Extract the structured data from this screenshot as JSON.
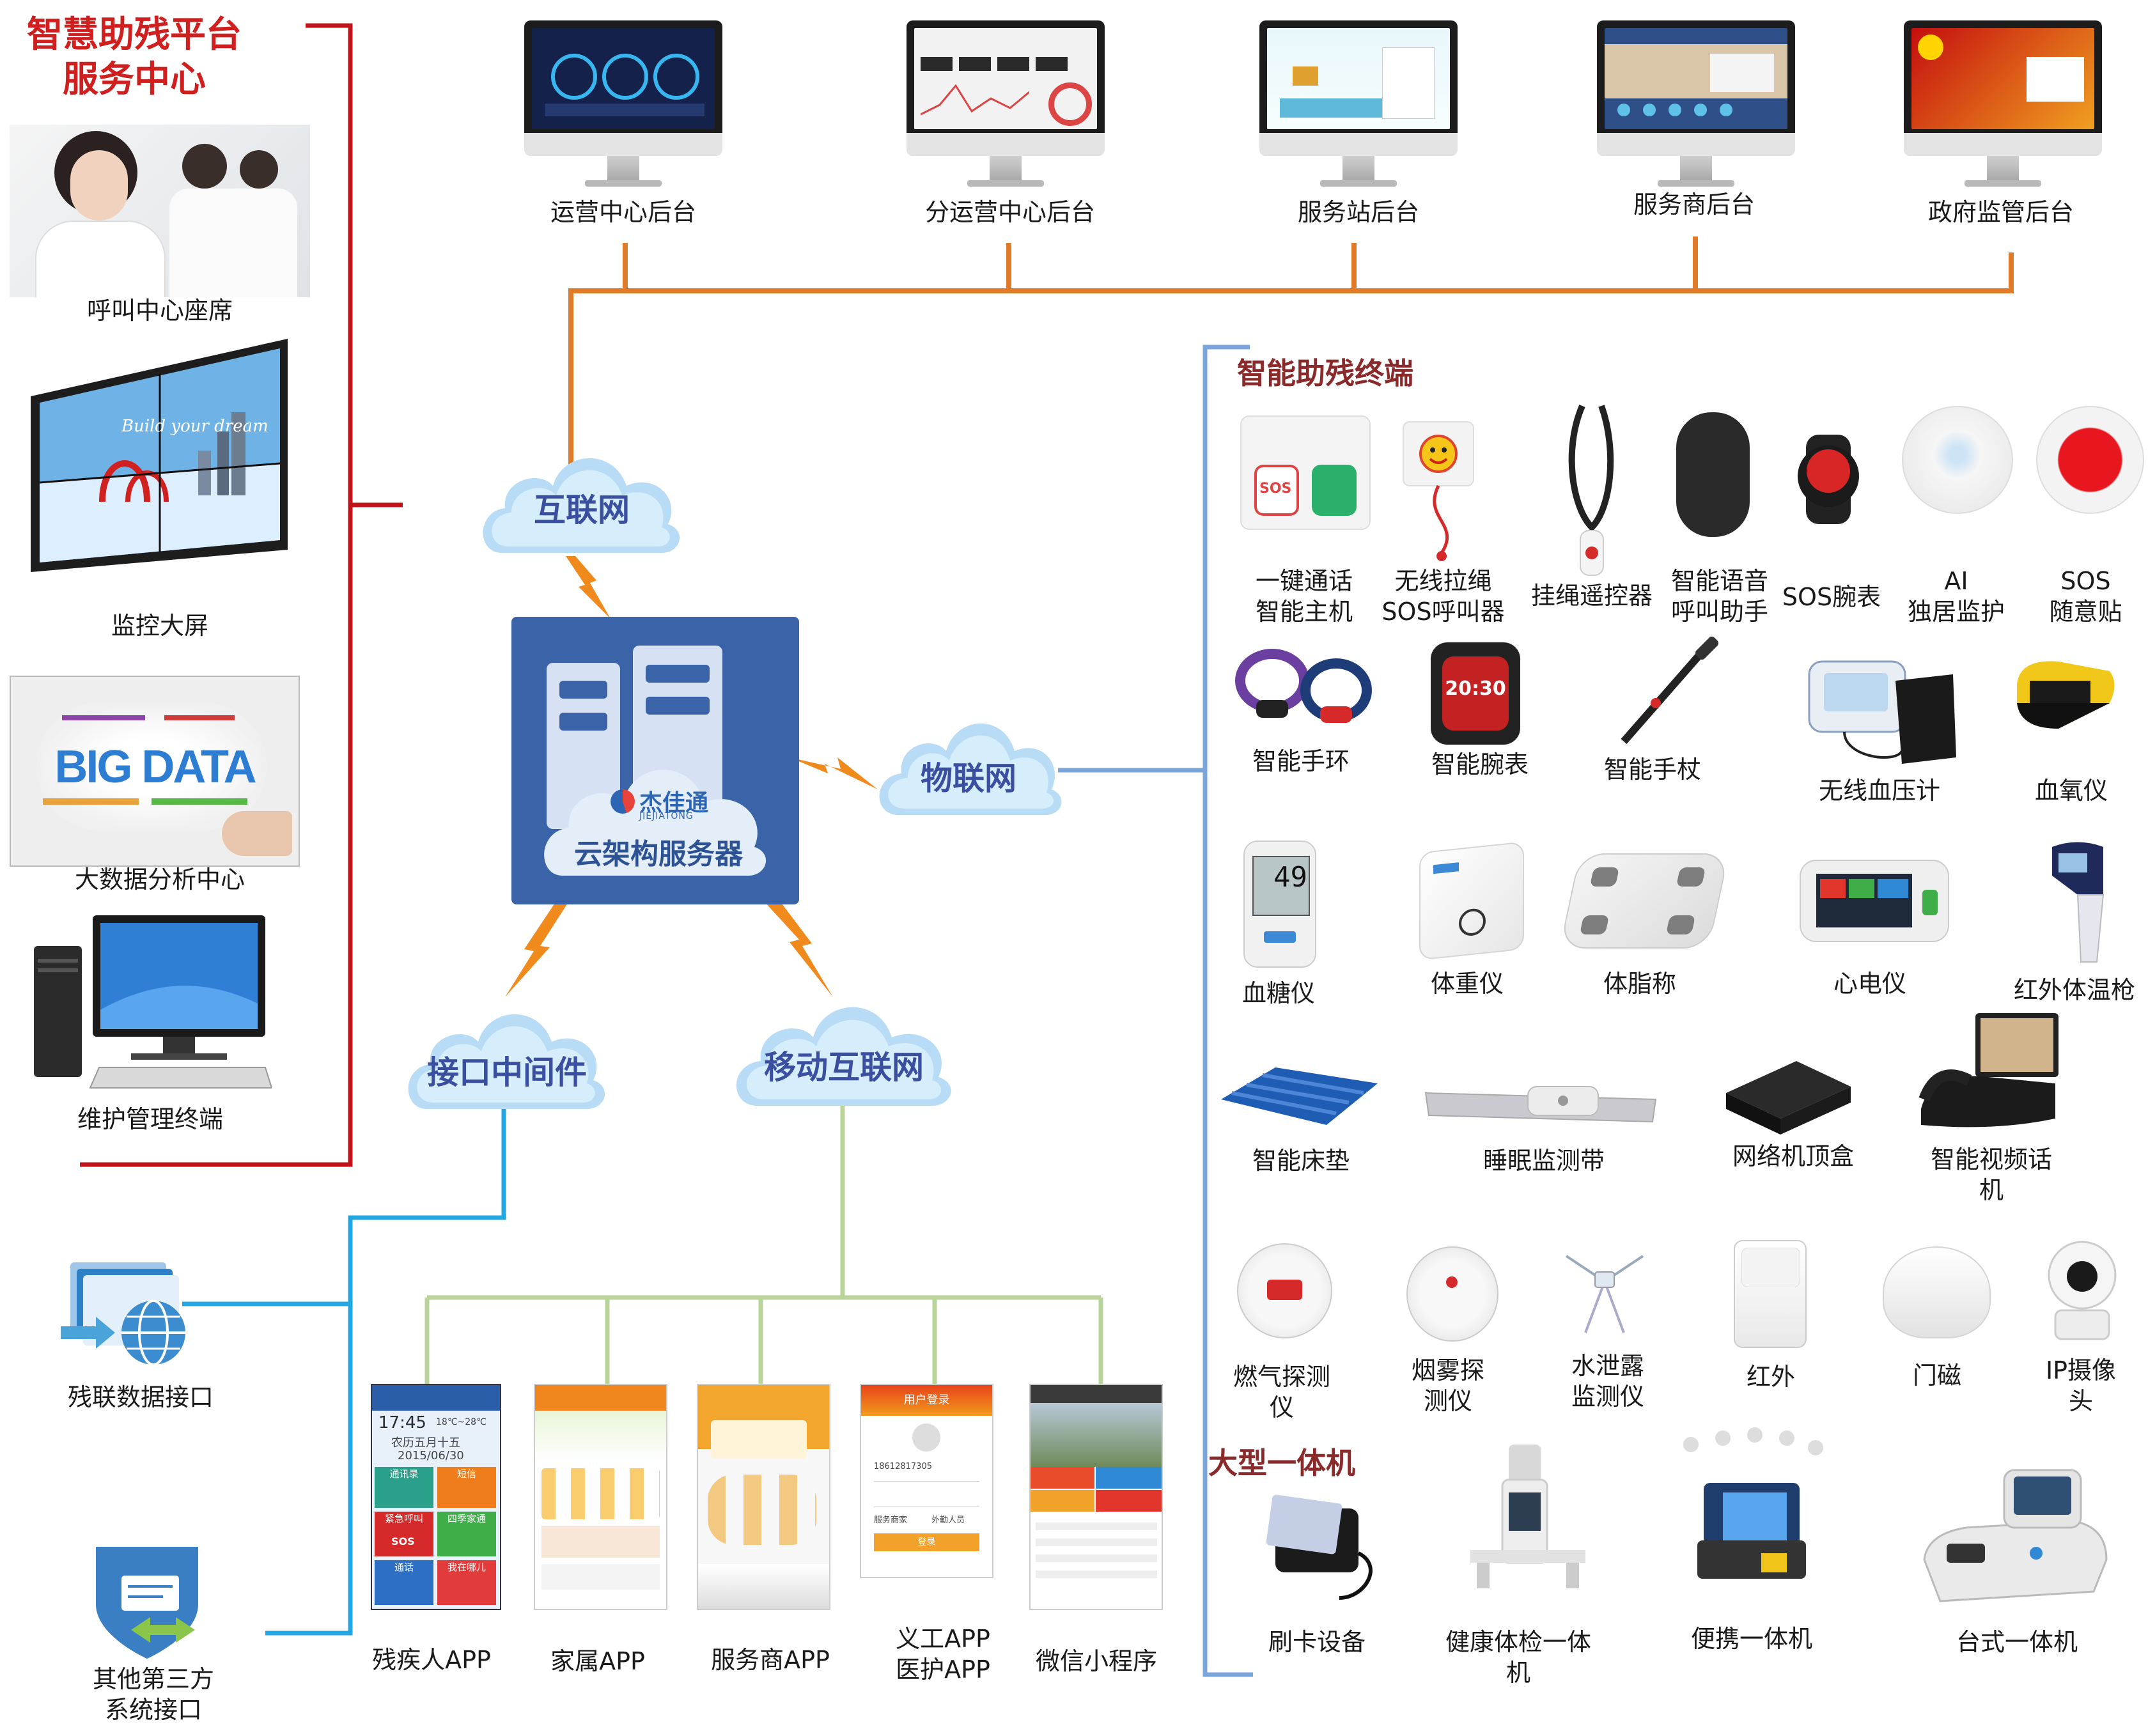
{
  "platform": {
    "title_line1": "智慧助残平台",
    "title_line2": "服务中心"
  },
  "left_items": [
    "呼叫中心座席",
    "监控大屏",
    "大数据分析中心",
    "维护管理终端"
  ],
  "backends": [
    "运营中心后台",
    "分运营中心后台",
    "服务站后台",
    "服务商后台",
    "政府监管后台"
  ],
  "clouds": {
    "internet": "互联网",
    "iot": "物联网",
    "middleware": "接口中间件",
    "mobile": "移动互联网"
  },
  "server": {
    "brand": "杰佳通",
    "brand_en": "JIEJIATONG",
    "label": "云架构服务器"
  },
  "big_data_text": "BIG DATA",
  "monitor_text": "Build your dream",
  "interfaces": [
    "残联数据接口",
    "其他第三方\n系统接口"
  ],
  "apps": [
    "残疾人APP",
    "家属APP",
    "服务商APP",
    "义工APP\n医护APP",
    "微信小程序"
  ],
  "app_screen_texts": {
    "disabled_app": [
      "17:45",
      "18℃~28℃",
      "农历五月十五",
      "2015/06/30",
      "通讯录",
      "短信",
      "紧急呼叫",
      "四季家通",
      "通话",
      "我在哪儿",
      "SOS"
    ],
    "volunteer_app": [
      "用户登录",
      "18612817305",
      "服务商家",
      "外勤人员",
      "登录"
    ]
  },
  "terminals_title": "智能助残终端",
  "terminals": [
    "一键通话\n智能主机",
    "无线拉绳\nSOS呼叫器",
    "挂绳遥控器",
    "智能语音\n呼叫助手",
    "SOS腕表",
    "AI\n独居监护",
    "SOS\n随意贴",
    "智能手环",
    "智能腕表",
    "智能手杖",
    "无线血压计",
    "血氧仪",
    "血糖仪",
    "体重仪",
    "体脂称",
    "心电仪",
    "红外体温枪",
    "智能床垫",
    "睡眠监测带",
    "网络机顶盒",
    "智能视频话\n机",
    "燃气探测\n仪",
    "烟雾探\n测仪",
    "水泄露\n监测仪",
    "红外",
    "门磁",
    "IP摄像\n头"
  ],
  "device_texts": {
    "watch_time": "20:30",
    "glucose_value": "49",
    "sos": "SOS"
  },
  "large_title": "大型一体机",
  "large_machines": [
    "刷卡设备",
    "健康体检一体\n机",
    "便携一体机",
    "台式一体机"
  ],
  "colors": {
    "red_line": "#c0141a",
    "orange_line": "#e07b2a",
    "blue_line": "#7aa6dc",
    "cyan_line": "#23a7e0",
    "green_line": "#b9d39a",
    "server_bg": "#3b64a8",
    "cloud_text": "#3b4fa0"
  }
}
